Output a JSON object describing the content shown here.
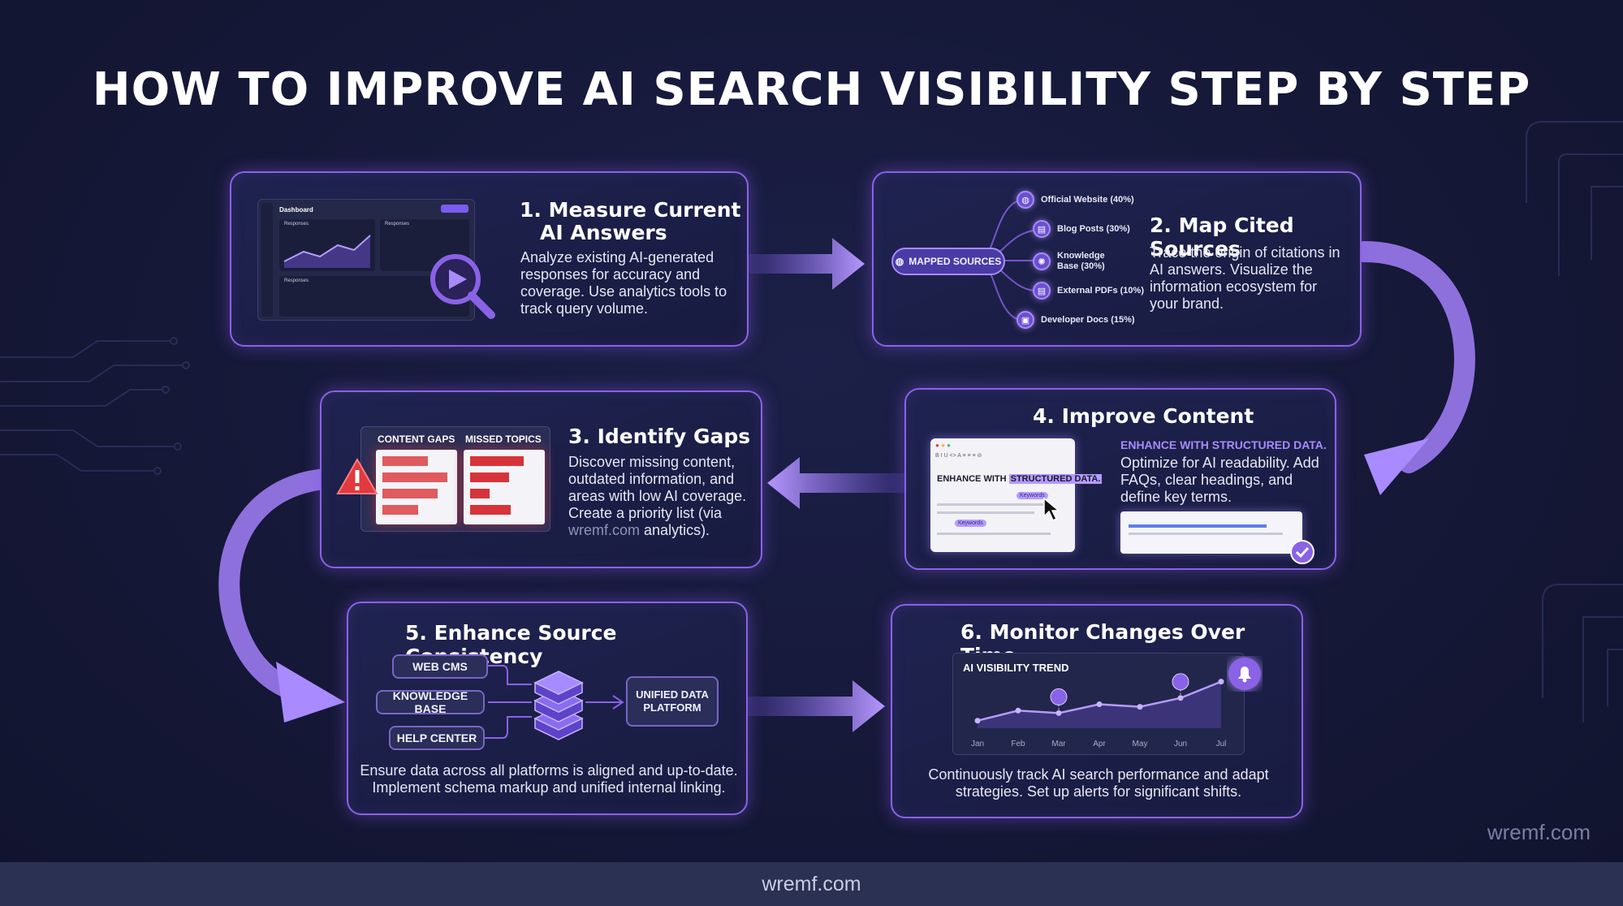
{
  "title": "HOW TO IMPROVE AI SEARCH VISIBILITY STEP BY STEP",
  "colors": {
    "accent": "#8a62e6",
    "background": "#151837",
    "highlight": "#a78bfa",
    "alert": "#e0393e"
  },
  "step1": {
    "title_line1": "1. Measure Current",
    "title_line2": "AI Answers",
    "text": "Analyze existing AI-generated responses for accuracy and coverage. Use analytics tools to track query volume.",
    "dashboard_label": "Dashboard",
    "panel_a": "Responses",
    "panel_b": "Responses",
    "panel_c": "Responses",
    "icon": "magnifier-play-icon"
  },
  "step2": {
    "title": "2. Map Cited Sources",
    "text": "Trace the origin of citations in AI answers. Visualize the information ecosystem for your brand.",
    "hub_label": "MAPPED SOURCES",
    "sources": [
      {
        "label": "Official Website (40%)",
        "icon": "globe-icon"
      },
      {
        "label": "Blog Posts (30%)",
        "icon": "document-icon"
      },
      {
        "label": "Knowledge Base (30%)",
        "icon": "brain-icon"
      },
      {
        "label": "External PDFs (10%)",
        "icon": "pdf-icon"
      },
      {
        "label": "Developer Docs (15%)",
        "icon": "docs-icon"
      }
    ]
  },
  "step3": {
    "title": "3. Identify Gaps",
    "text_main": "Discover missing content, outdated information, and areas with low AI coverage. Create a priority list (via",
    "text_link": "wremf.com",
    "text_end": "analytics).",
    "col_a": "CONTENT GAPS",
    "col_b": "MISSED TOPICS",
    "icon": "warning-icon"
  },
  "step4": {
    "title": "4. Improve Content",
    "highlight": "ENHANCE WITH STRUCTURED DATA.",
    "text": "Optimize for AI readability. Add FAQs, clear headings, and define key terms.",
    "editor_prefix": "ENHANCE WITH",
    "editor_highlight": "STRUCTURED DATA.",
    "tag_a": "Keywords",
    "tag_b": "Keywords",
    "toolbar": "B I U <> A ≡ ≡ ≡ ⊘"
  },
  "step5": {
    "title": "5. Enhance Source Consistency",
    "sources": [
      "WEB CMS",
      "KNOWLEDGE BASE",
      "HELP CENTER"
    ],
    "target": "UNIFIED DATA PLATFORM",
    "text_line1": "Ensure data across all platforms is aligned and up-to-date.",
    "text_line2": "Implement schema markup and unified internal linking."
  },
  "step6": {
    "title": "6. Monitor Changes Over Time",
    "chart_title": "AI VISIBILITY TREND",
    "text_line1": "Continuously track AI search performance and adapt",
    "text_line2": "strategies. Set up alerts for significant shifts."
  },
  "chart_data": {
    "type": "line",
    "title": "AI VISIBILITY TREND",
    "categories": [
      "Jan",
      "Feb",
      "Mar",
      "Apr",
      "May",
      "Jun",
      "Jul"
    ],
    "values": [
      12,
      28,
      24,
      38,
      34,
      48,
      74
    ],
    "ylim": [
      0,
      100
    ],
    "grid": false
  },
  "watermark": "wremf.com",
  "footer": "wremf.com"
}
